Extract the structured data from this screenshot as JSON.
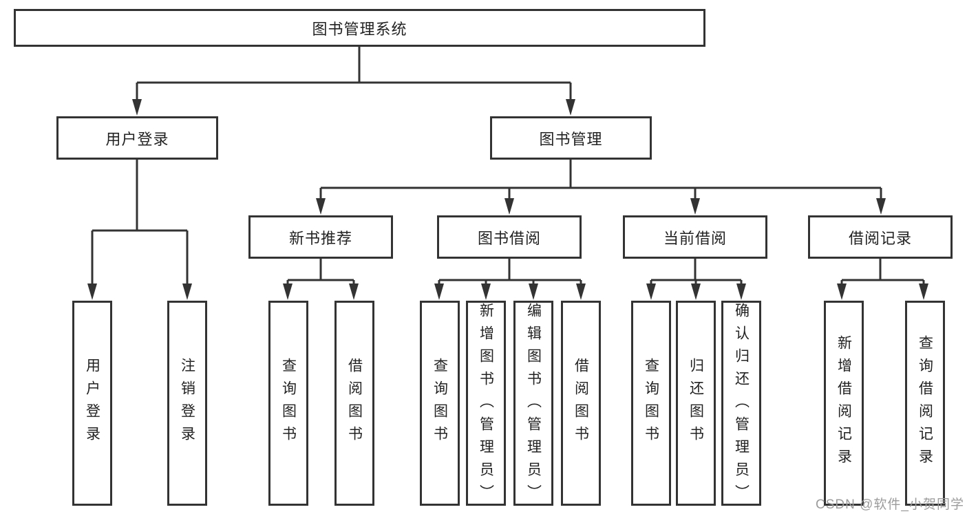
{
  "diagram_title": "图书管理系统",
  "tree": {
    "label": "图书管理系统",
    "children": [
      {
        "label": "用户登录",
        "children": [
          {
            "label": "用户登录"
          },
          {
            "label": "注销登录"
          }
        ]
      },
      {
        "label": "图书管理",
        "children": [
          {
            "label": "新书推荐",
            "children": [
              {
                "label": "查询图书"
              },
              {
                "label": "借阅图书"
              }
            ]
          },
          {
            "label": "图书借阅",
            "children": [
              {
                "label": "查询图书"
              },
              {
                "label": "新增图书（管理员）"
              },
              {
                "label": "编辑图书（管理员）"
              },
              {
                "label": "借阅图书"
              }
            ]
          },
          {
            "label": "当前借阅",
            "children": [
              {
                "label": "查询图书"
              },
              {
                "label": "归还图书"
              },
              {
                "label": "确认归还（管理员）"
              }
            ]
          },
          {
            "label": "借阅记录",
            "children": [
              {
                "label": "新增借阅记录"
              },
              {
                "label": "查询借阅记录"
              }
            ]
          }
        ]
      }
    ]
  },
  "watermark": "CSDN @软件_小贺同学",
  "colors": {
    "line": "#333333",
    "box_border": "#333333",
    "text": "#222222",
    "watermark": "#9c9c9c",
    "background": "#ffffff"
  }
}
